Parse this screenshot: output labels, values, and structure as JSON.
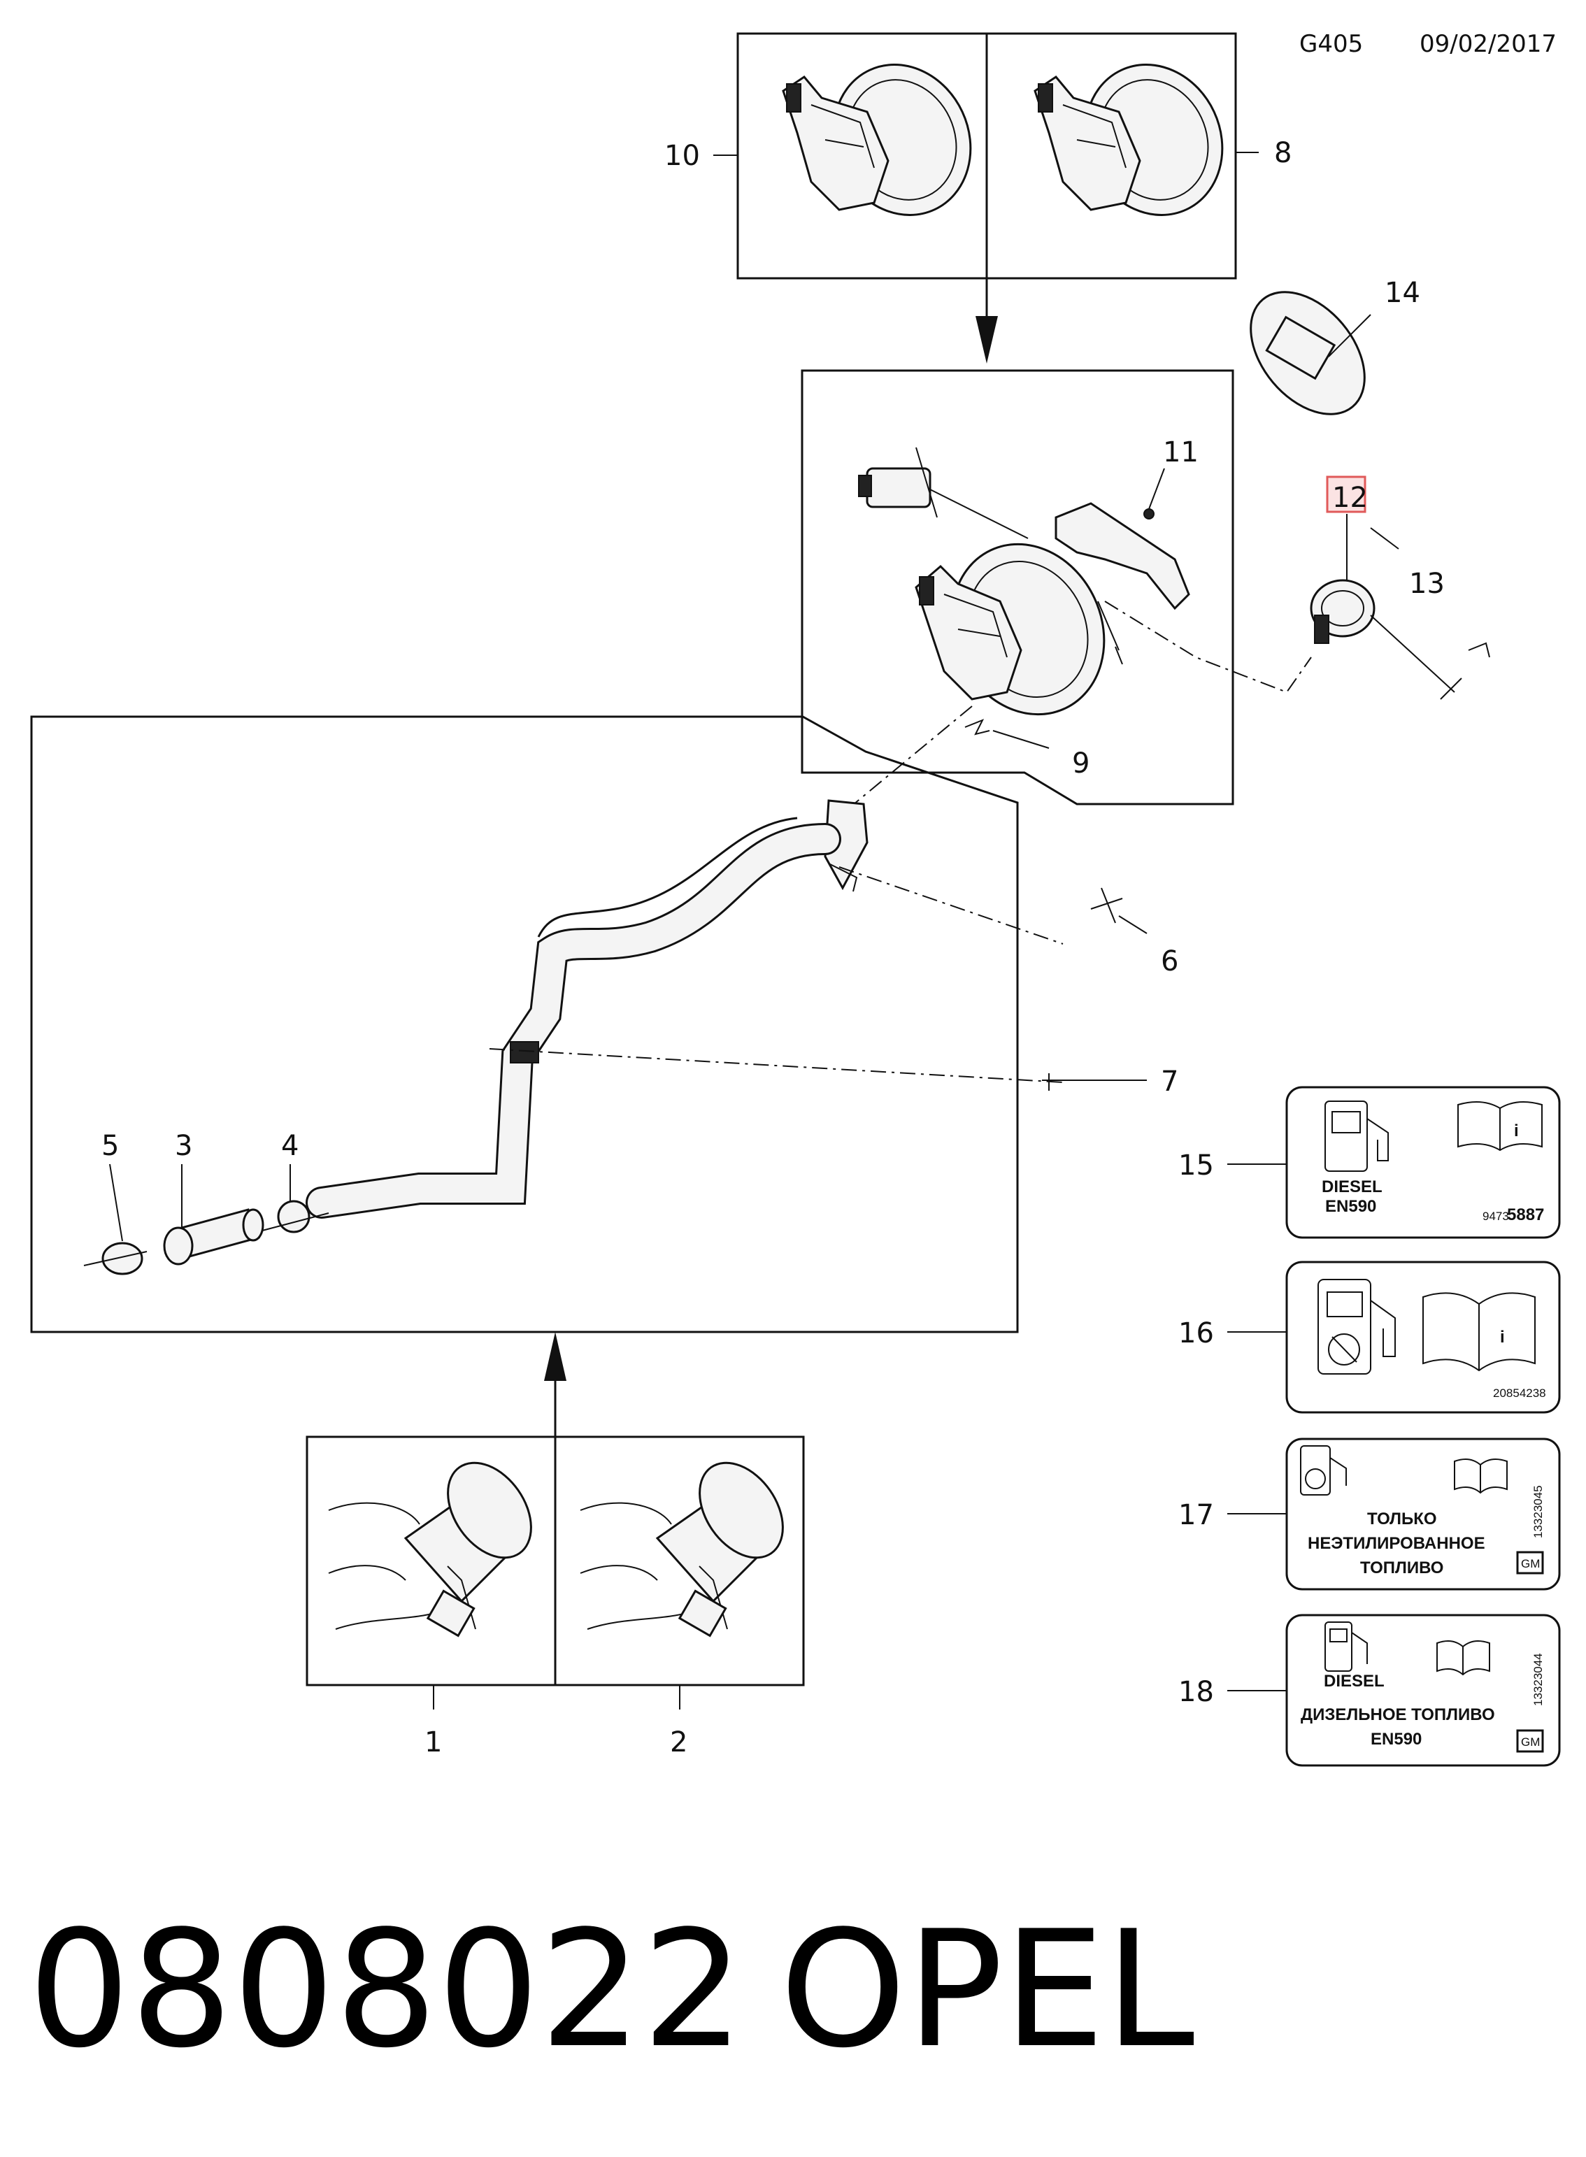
{
  "header": {
    "code": "G405",
    "date": "09/02/2017"
  },
  "callouts": {
    "c1": "1",
    "c2": "2",
    "c3": "3",
    "c4": "4",
    "c5": "5",
    "c6": "6",
    "c7": "7",
    "c8": "8",
    "c9": "9",
    "c10": "10",
    "c11": "11",
    "c12": "12",
    "c13": "13",
    "c14": "14",
    "c15": "15",
    "c16": "16",
    "c17": "17",
    "c18": "18"
  },
  "labels": {
    "l15": {
      "line1": "DIESEL",
      "line2": "EN590",
      "code_prefix": "9473",
      "code": "5887"
    },
    "l16": {
      "code": "20854238"
    },
    "l17": {
      "line1": "ТОЛЬКО",
      "line2": "НЕЭТИЛИРОВАННОЕ",
      "line3": "ТОПЛИВО",
      "code": "13323045",
      "brand": "GM"
    },
    "l18": {
      "line1": "DIESEL",
      "line2": "ДИЗЕЛЬНОЕ ТОПЛИВО",
      "line3": "EN590",
      "code": "13323044",
      "brand": "GM"
    }
  },
  "footer": {
    "part_number": "0808022",
    "brand": "OPEL"
  },
  "colors": {
    "highlight": "#e05a5a",
    "highlight_fill": "#fbe3e3"
  }
}
